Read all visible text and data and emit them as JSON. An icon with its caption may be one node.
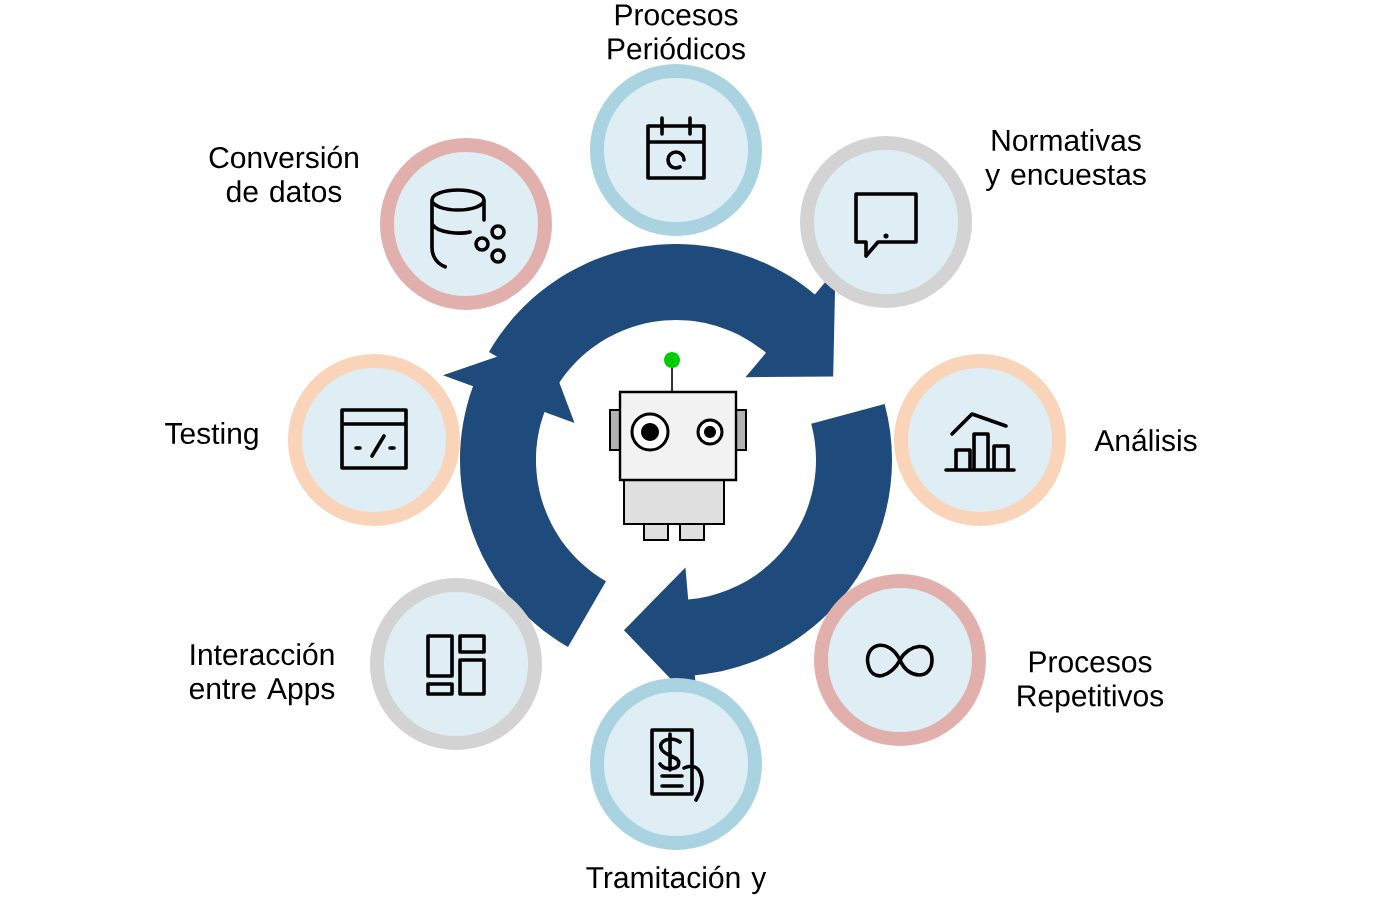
{
  "diagram": {
    "nodes": [
      {
        "text": [
          "Procesos Periódicos"
        ]
      },
      {
        "text": [
          "Normativas y encuestas"
        ]
      },
      {
        "text": [
          "Análisis"
        ]
      },
      {
        "text": [
          "Procesos Repetitivos"
        ]
      },
      {
        "text": [
          "Tramitación y"
        ]
      },
      {
        "text": [
          "Interacción entre Apps"
        ]
      },
      {
        "text": [
          "Testing"
        ]
      },
      {
        "text": [
          "Conversión de datos"
        ]
      }
    ]
  }
}
